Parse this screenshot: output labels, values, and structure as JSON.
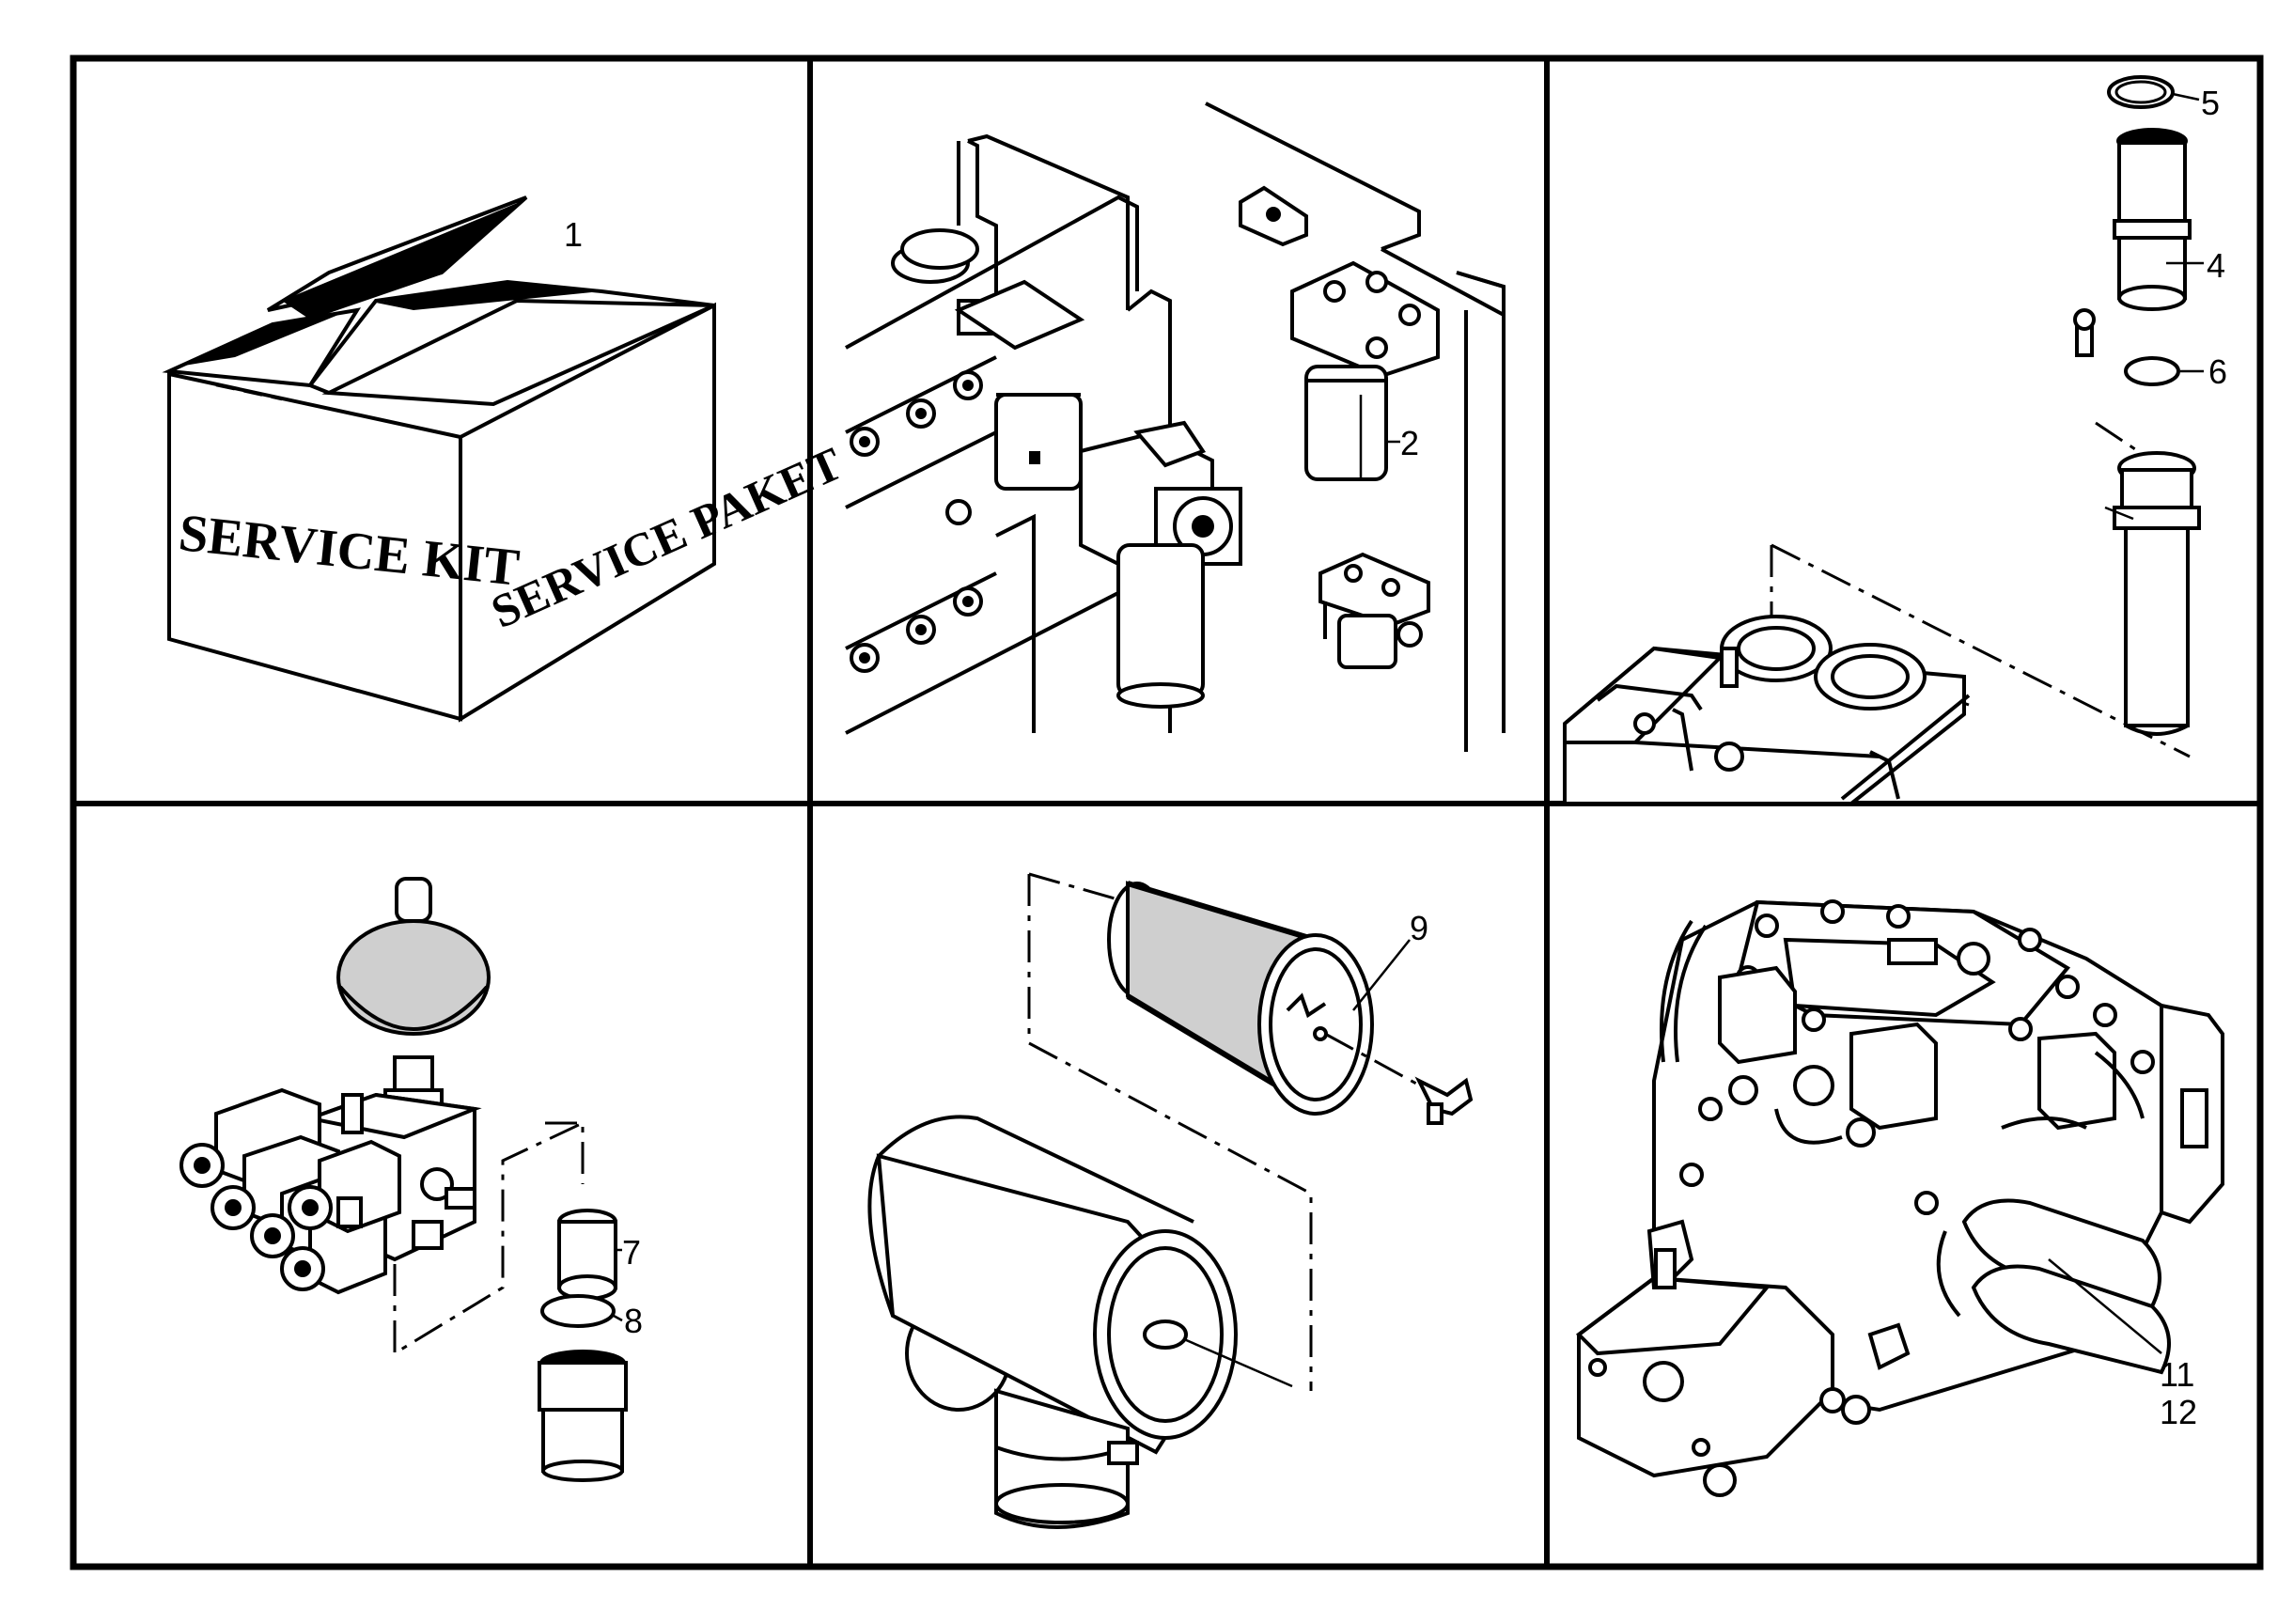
{
  "diagram": {
    "panels": [
      {
        "id": "service-kit",
        "box_front_text": "SERVICE KIT",
        "box_side_text": "SERVICE PAKET",
        "callouts": [
          "1"
        ]
      },
      {
        "id": "engine-fuel-filter",
        "callouts": [
          "2"
        ]
      },
      {
        "id": "hydraulic-tank-filter",
        "callouts": [
          "5",
          "4",
          "6"
        ]
      },
      {
        "id": "valve-block-accumulator",
        "callouts": [
          "7",
          "8"
        ]
      },
      {
        "id": "air-filter",
        "callouts": [
          "9"
        ]
      },
      {
        "id": "hydrostatic-pump",
        "callouts": [
          "11",
          "12"
        ]
      }
    ],
    "colors": {
      "line": "#000000",
      "background": "#ffffff",
      "stipple": "#cfcfcf"
    }
  }
}
